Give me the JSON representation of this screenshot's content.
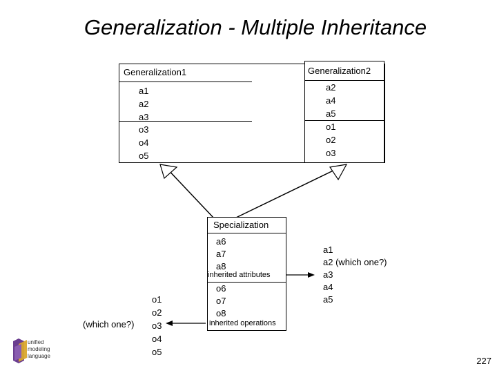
{
  "title": "Generalization - Multiple Inheritance",
  "generalization1": {
    "name": "Generalization1",
    "attributes": [
      "a1",
      "a2",
      "a3"
    ],
    "operations": [
      "o3",
      "o4",
      "o5"
    ]
  },
  "generalization2": {
    "name": "Generalization2",
    "attributes": [
      "a2",
      "a4",
      "a5"
    ],
    "operations": [
      "o1",
      "o2",
      "o3"
    ]
  },
  "specialization": {
    "name": "Specialization",
    "attributes": [
      "a6",
      "a7",
      "a8"
    ],
    "inherited_attributes_label": "inherited attributes",
    "operations": [
      "o6",
      "o7",
      "o8"
    ],
    "inherited_operations_label": "inherited operations"
  },
  "inherited_ops_list": {
    "items": [
      "o1",
      "o2",
      "o3",
      "o4",
      "o5"
    ],
    "note": "(which one?)"
  },
  "inherited_attrs_list": {
    "items": [
      "a1",
      "a2 (which one?)",
      "a3",
      "a4",
      "a5"
    ]
  },
  "logo": {
    "lines": [
      "unified",
      "modeling",
      "language"
    ],
    "colors": {
      "purple": "#6a3d8f",
      "gold": "#d9a72c"
    }
  },
  "page_number": "227"
}
